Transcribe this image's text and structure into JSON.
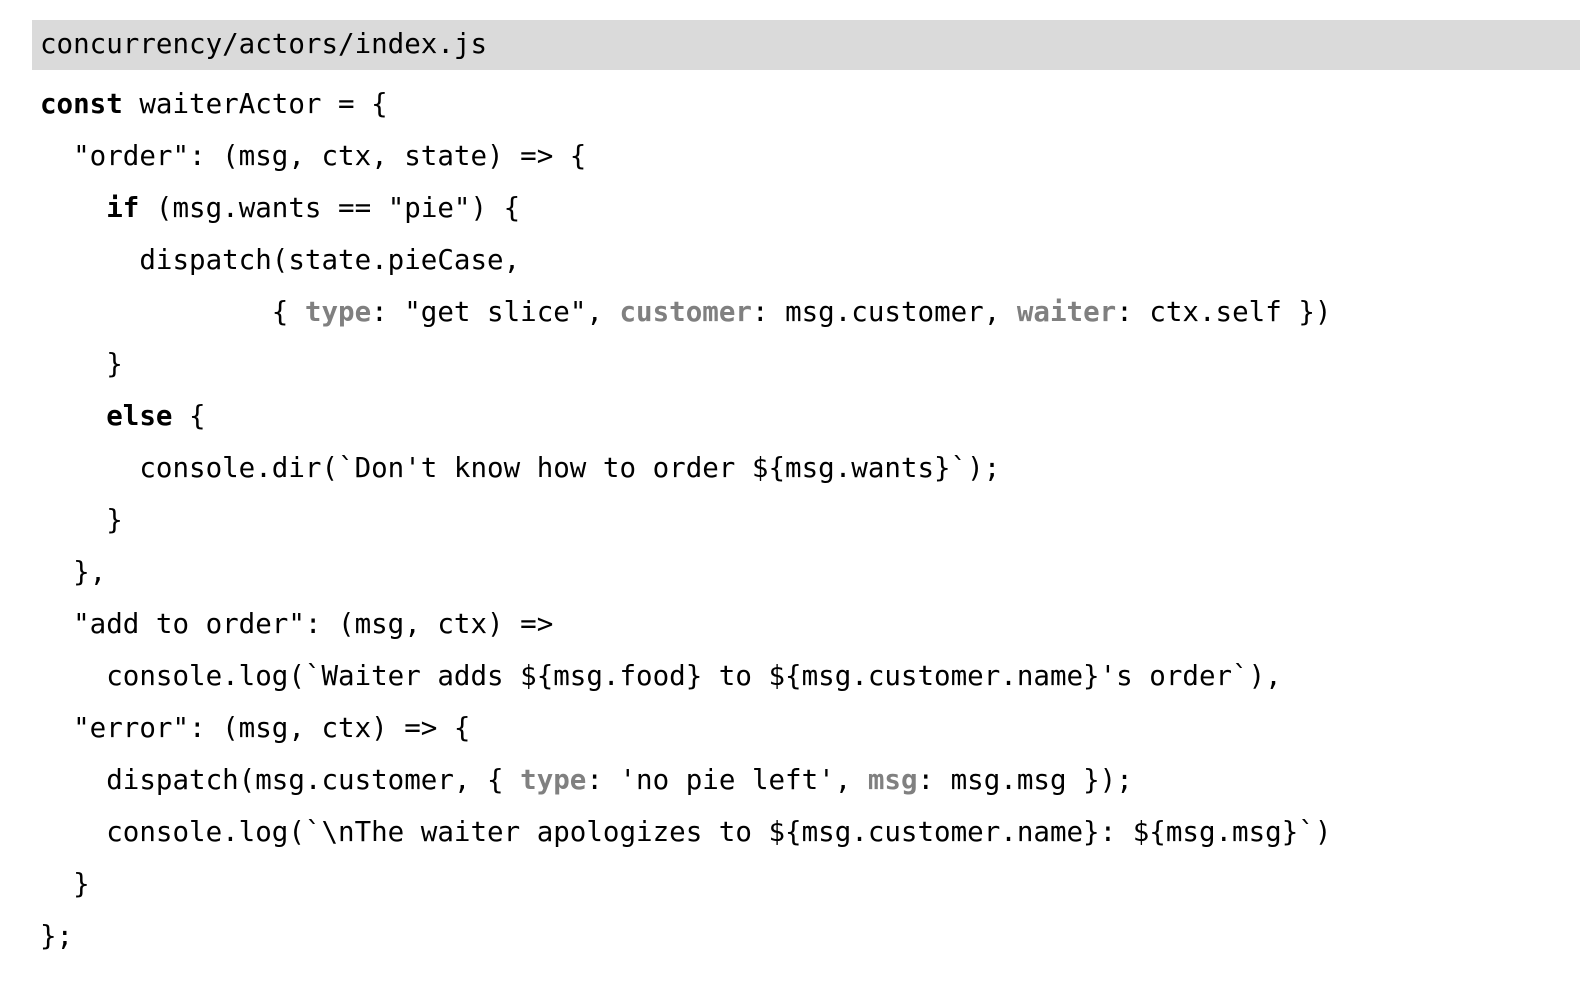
{
  "file_header": {
    "path": "concurrency/actors/index.js",
    "background_color": "#dadada",
    "text_color": "#000000"
  },
  "theme": {
    "page_background": "#ffffff",
    "code_color": "#000000",
    "keyword_color": "#000000",
    "property_key_color": "#808080"
  },
  "code": {
    "language": "javascript",
    "lines": [
      {
        "index": 1,
        "text": "const waiterActor = {",
        "tokens": [
          {
            "t": "const",
            "style": "kw"
          },
          {
            "t": " waiterActor = {",
            "style": "plain"
          }
        ]
      },
      {
        "index": 2,
        "text": "  \"order\": (msg, ctx, state) => {",
        "tokens": [
          {
            "t": "  \"order\": (msg, ctx, state) => {",
            "style": "plain"
          }
        ]
      },
      {
        "index": 3,
        "text": "    if (msg.wants == \"pie\") {",
        "tokens": [
          {
            "t": "    ",
            "style": "plain"
          },
          {
            "t": "if",
            "style": "kw"
          },
          {
            "t": " (msg.wants == \"pie\") {",
            "style": "plain"
          }
        ]
      },
      {
        "index": 4,
        "text": "      dispatch(state.pieCase,",
        "tokens": [
          {
            "t": "      dispatch(state.pieCase,",
            "style": "plain"
          }
        ]
      },
      {
        "index": 5,
        "text": "              { type: \"get slice\", customer: msg.customer, waiter: ctx.self })",
        "tokens": [
          {
            "t": "              { ",
            "style": "plain"
          },
          {
            "t": "type",
            "style": "key"
          },
          {
            "t": ": \"get slice\", ",
            "style": "plain"
          },
          {
            "t": "customer",
            "style": "key"
          },
          {
            "t": ": msg.customer, ",
            "style": "plain"
          },
          {
            "t": "waiter",
            "style": "key"
          },
          {
            "t": ": ctx.self })",
            "style": "plain"
          }
        ]
      },
      {
        "index": 6,
        "text": "    }",
        "tokens": [
          {
            "t": "    }",
            "style": "plain"
          }
        ]
      },
      {
        "index": 7,
        "text": "    else {",
        "tokens": [
          {
            "t": "    ",
            "style": "plain"
          },
          {
            "t": "else",
            "style": "kw"
          },
          {
            "t": " {",
            "style": "plain"
          }
        ]
      },
      {
        "index": 8,
        "text": "      console.dir(`Don't know how to order ${msg.wants}`);",
        "tokens": [
          {
            "t": "      console.dir(`Don't know how to order ${msg.wants}`);",
            "style": "plain"
          }
        ]
      },
      {
        "index": 9,
        "text": "    }",
        "tokens": [
          {
            "t": "    }",
            "style": "plain"
          }
        ]
      },
      {
        "index": 10,
        "text": "  },",
        "tokens": [
          {
            "t": "  },",
            "style": "plain"
          }
        ]
      },
      {
        "index": 11,
        "text": "  \"add to order\": (msg, ctx) =>",
        "tokens": [
          {
            "t": "  \"add to order\": (msg, ctx) =>",
            "style": "plain"
          }
        ]
      },
      {
        "index": 12,
        "text": "    console.log(`Waiter adds ${msg.food} to ${msg.customer.name}'s order`),",
        "tokens": [
          {
            "t": "    console.log(`Waiter adds ${msg.food} to ${msg.customer.name}'s order`),",
            "style": "plain"
          }
        ]
      },
      {
        "index": 13,
        "text": "  \"error\": (msg, ctx) => {",
        "tokens": [
          {
            "t": "  \"error\": (msg, ctx) => {",
            "style": "plain"
          }
        ]
      },
      {
        "index": 14,
        "text": "    dispatch(msg.customer, { type: 'no pie left', msg: msg.msg });",
        "tokens": [
          {
            "t": "    dispatch(msg.customer, { ",
            "style": "plain"
          },
          {
            "t": "type",
            "style": "key"
          },
          {
            "t": ": 'no pie left', ",
            "style": "plain"
          },
          {
            "t": "msg",
            "style": "key"
          },
          {
            "t": ": msg.msg });",
            "style": "plain"
          }
        ]
      },
      {
        "index": 15,
        "text": "    console.log(`\\nThe waiter apologizes to ${msg.customer.name}: ${msg.msg}`)",
        "tokens": [
          {
            "t": "    console.log(`\\nThe waiter apologizes to ${msg.customer.name}: ${msg.msg}`)",
            "style": "plain"
          }
        ]
      },
      {
        "index": 16,
        "text": "  }",
        "tokens": [
          {
            "t": "  }",
            "style": "plain"
          }
        ]
      },
      {
        "index": 17,
        "text": "};",
        "tokens": [
          {
            "t": "};",
            "style": "plain"
          }
        ]
      }
    ]
  }
}
